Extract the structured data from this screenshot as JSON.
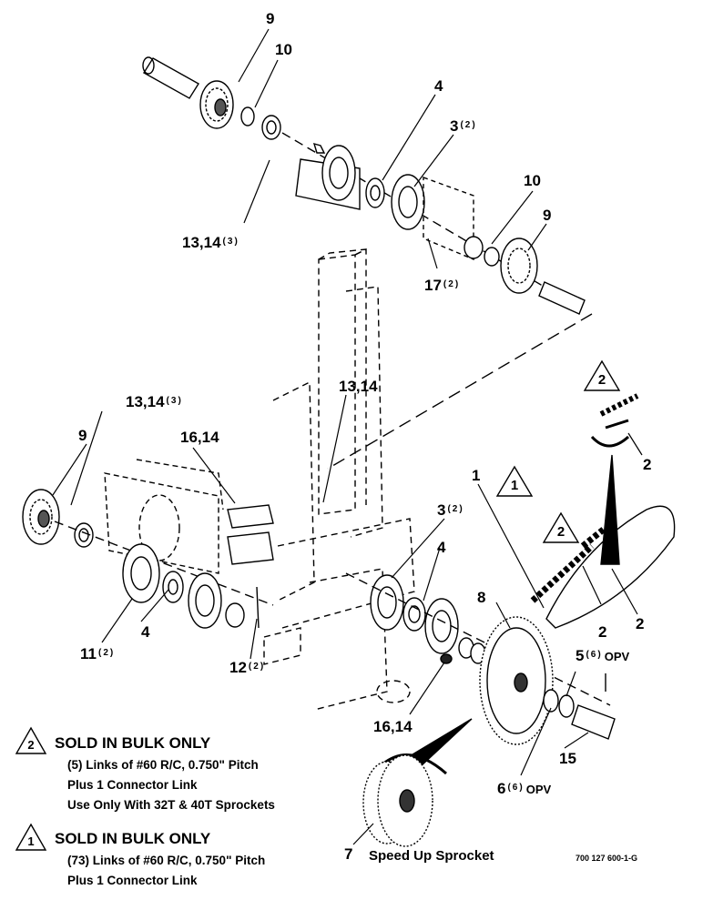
{
  "callouts": [
    {
      "id": "c9a",
      "num": "9",
      "qty": ""
    },
    {
      "id": "c10a",
      "num": "10",
      "qty": ""
    },
    {
      "id": "c4a",
      "num": "4",
      "qty": ""
    },
    {
      "id": "c3a",
      "num": "3",
      "qty": "(2)"
    },
    {
      "id": "c10b",
      "num": "10",
      "qty": ""
    },
    {
      "id": "c9b",
      "num": "9",
      "qty": ""
    },
    {
      "id": "c1314a",
      "num": "13,14",
      "qty": "(3)"
    },
    {
      "id": "c17",
      "num": "17",
      "qty": "(2)"
    },
    {
      "id": "c1314b",
      "num": "13,14",
      "qty": "(3)"
    },
    {
      "id": "c1314c",
      "num": "13,14",
      "qty": ""
    },
    {
      "id": "c9c",
      "num": "9",
      "qty": ""
    },
    {
      "id": "c1614a",
      "num": "16,14",
      "qty": ""
    },
    {
      "id": "c2a",
      "num": "2",
      "qty": ""
    },
    {
      "id": "c1",
      "num": "1",
      "qty": ""
    },
    {
      "id": "c3b",
      "num": "3",
      "qty": "(2)"
    },
    {
      "id": "c4b",
      "num": "4",
      "qty": ""
    },
    {
      "id": "c2b",
      "num": "2",
      "qty": ""
    },
    {
      "id": "c8",
      "num": "8",
      "qty": ""
    },
    {
      "id": "c4c",
      "num": "4",
      "qty": ""
    },
    {
      "id": "c11",
      "num": "11",
      "qty": "(2)"
    },
    {
      "id": "c12",
      "num": "12",
      "qty": "(2)"
    },
    {
      "id": "c2c",
      "num": "2",
      "qty": ""
    },
    {
      "id": "c5",
      "num": "5",
      "qty": "(6)",
      "suffix": "OPV"
    },
    {
      "id": "c1614b",
      "num": "16,14",
      "qty": ""
    },
    {
      "id": "c15",
      "num": "15",
      "qty": ""
    },
    {
      "id": "c6",
      "num": "6",
      "qty": "(6)",
      "suffix": "OPV"
    },
    {
      "id": "c7",
      "num": "7",
      "qty": ""
    }
  ],
  "flags": {
    "f2": "2",
    "f1": "1"
  },
  "caption_7": "Speed Up Sprocket",
  "notes": [
    {
      "flag": "2",
      "title": "SOLD IN BULK ONLY",
      "lines": [
        "(5) Links of #60 R/C, 0.750\" Pitch",
        "Plus 1 Connector Link",
        "Use Only With 32T & 40T Sprockets"
      ]
    },
    {
      "flag": "1",
      "title": "SOLD IN BULK ONLY",
      "lines": [
        "(73) Links of #60 R/C, 0.750\" Pitch",
        "Plus 1 Connector Link"
      ]
    }
  ],
  "figure_id": "700 127 600-1-G"
}
